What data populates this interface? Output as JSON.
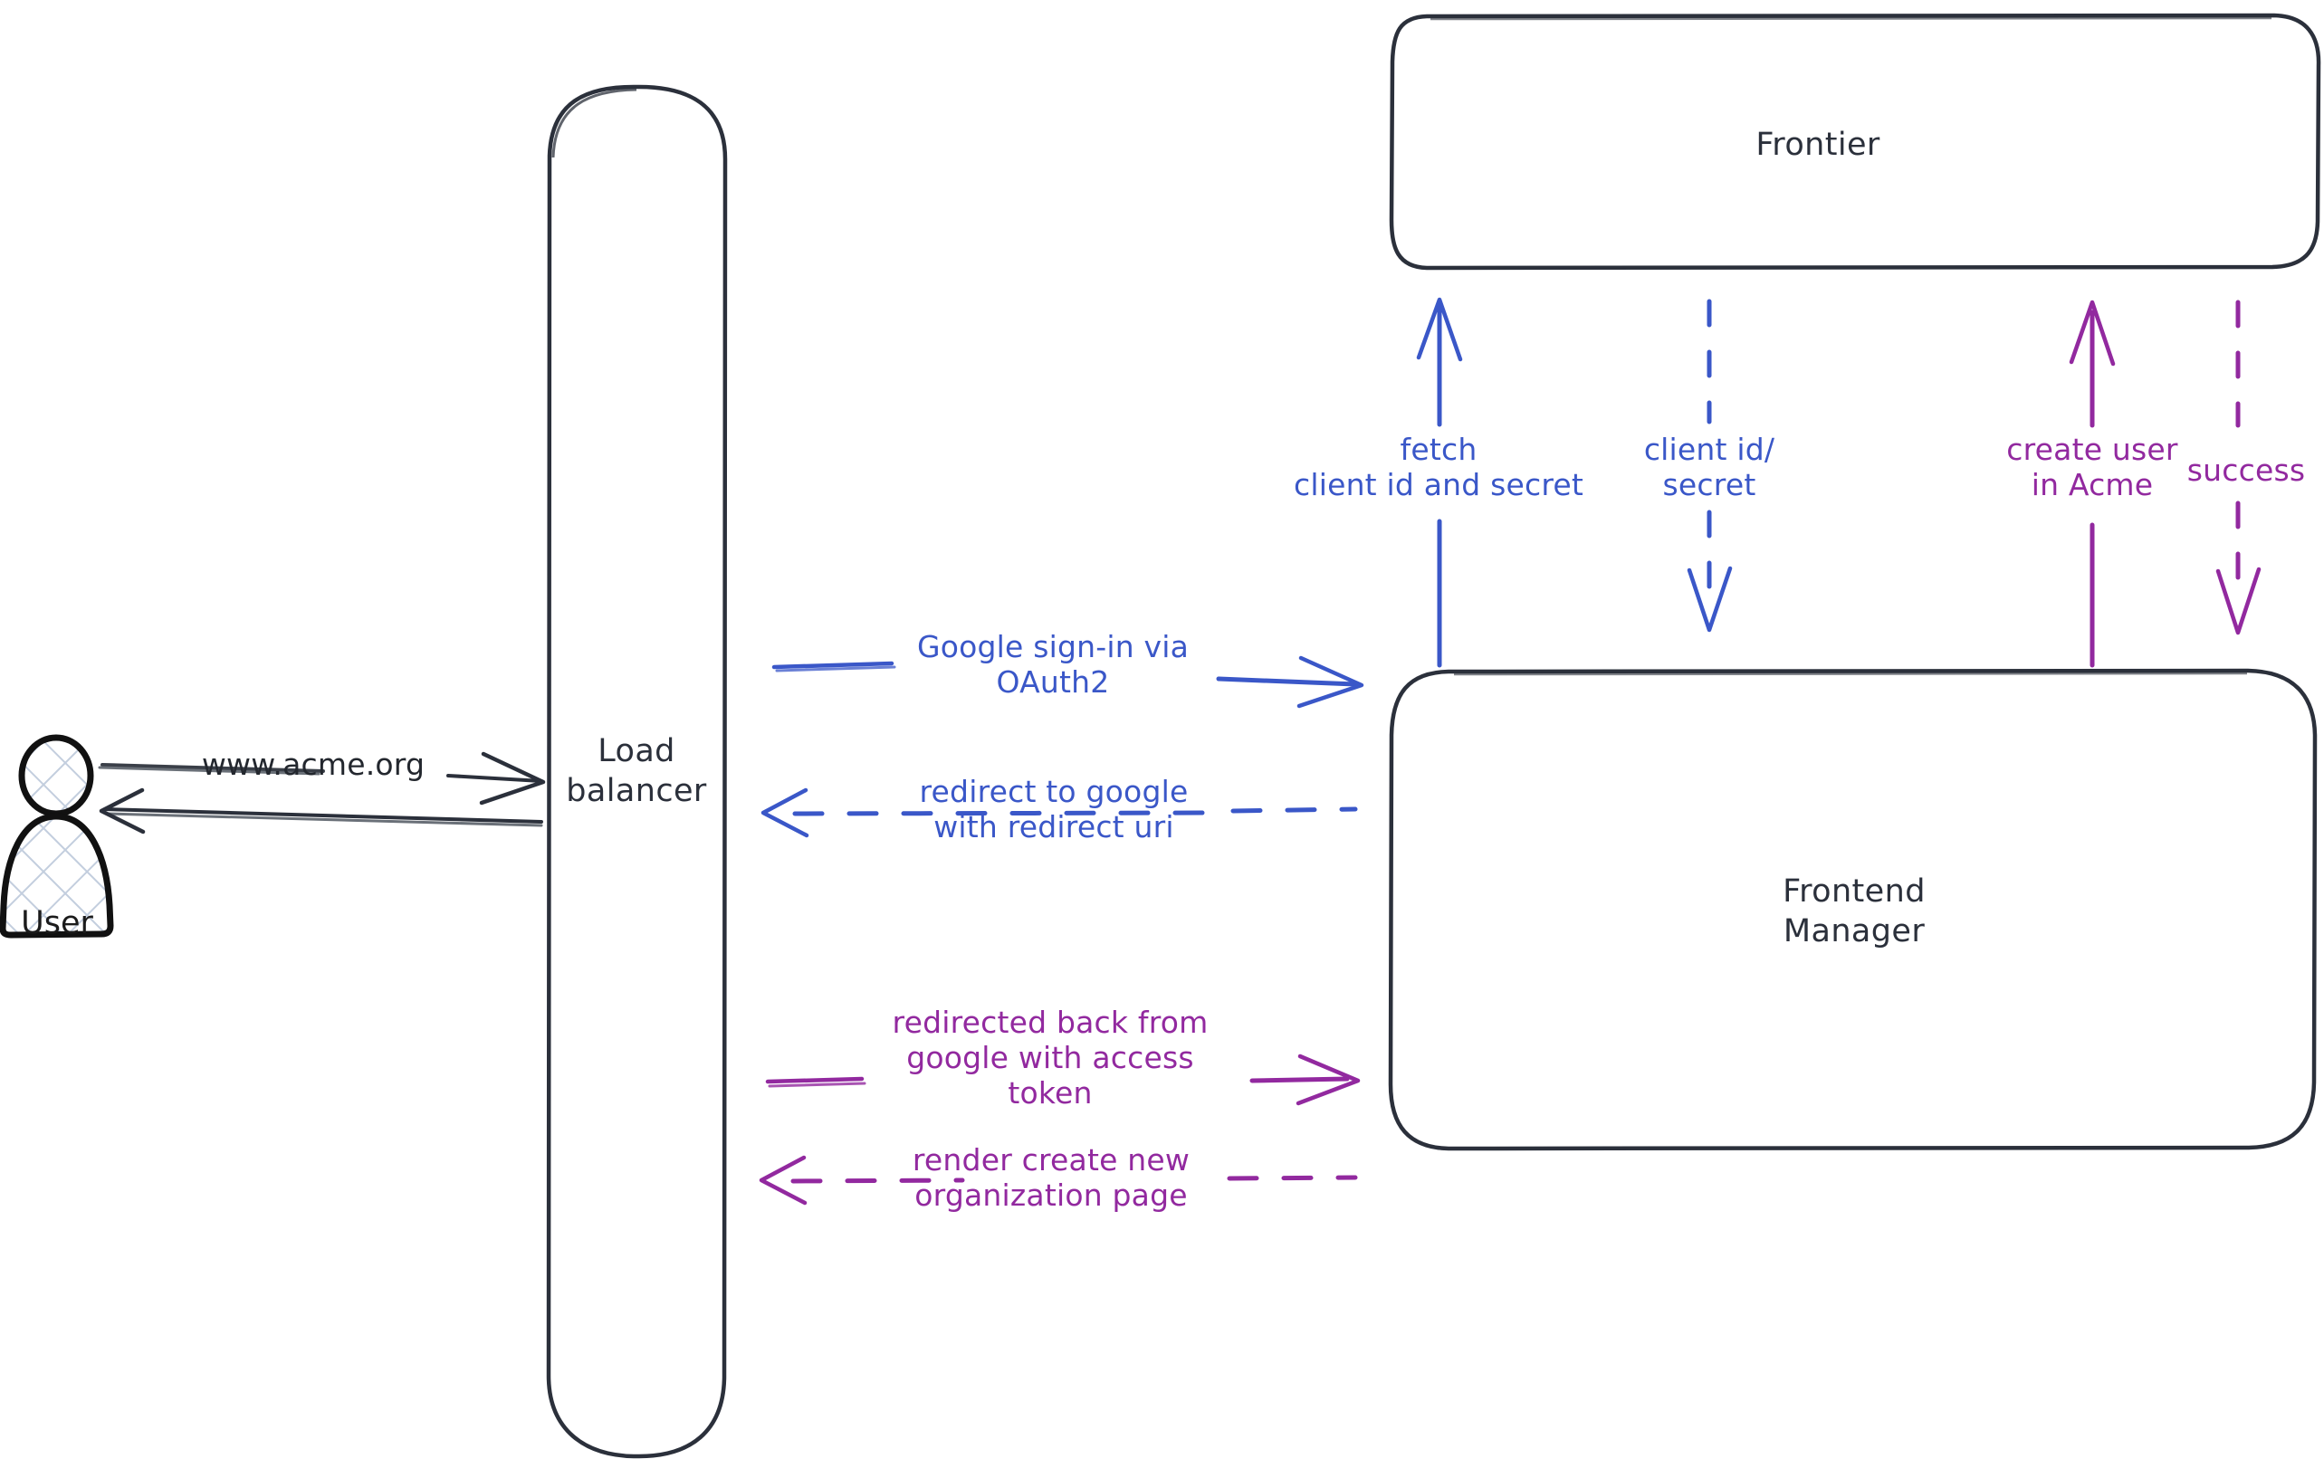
{
  "diagram": {
    "title": "Google OAuth2 sign-in flow",
    "style": "hand-drawn-sketch",
    "background": "#ffffff",
    "colors": {
      "stroke_dark": "#2b303b",
      "blue": "#3a57c8",
      "purple": "#92299f",
      "actor_hatch": "#c3cede"
    }
  },
  "actors": [
    {
      "id": "user",
      "label": "User",
      "icon": "person-icon"
    }
  ],
  "nodes": [
    {
      "id": "load-balancer",
      "label": "Load\nbalancer",
      "shape": "rounded-rect"
    },
    {
      "id": "frontier",
      "label": "Frontier",
      "shape": "rounded-rect"
    },
    {
      "id": "frontend-manager",
      "label": "Frontend\nManager",
      "shape": "rounded-rect"
    }
  ],
  "edges": [
    {
      "id": "user-to-lb",
      "label": "www.acme.org",
      "from": "user",
      "to": "load-balancer",
      "color": "dark",
      "line": "solid",
      "direction": "right"
    },
    {
      "id": "lb-to-user",
      "label": "",
      "from": "load-balancer",
      "to": "user",
      "color": "dark",
      "line": "solid",
      "direction": "left"
    },
    {
      "id": "lb-to-fm-signin",
      "label": "Google sign-in via\nOAuth2",
      "from": "load-balancer",
      "to": "frontend-manager",
      "color": "blue",
      "line": "solid",
      "direction": "right"
    },
    {
      "id": "fm-to-lb-redirect",
      "label": "redirect to google\nwith redirect uri",
      "from": "frontend-manager",
      "to": "load-balancer",
      "color": "blue",
      "line": "dashed",
      "direction": "left"
    },
    {
      "id": "lb-to-fm-token",
      "label": "redirected back from\ngoogle with access\ntoken",
      "from": "load-balancer",
      "to": "frontend-manager",
      "color": "purple",
      "line": "solid",
      "direction": "right"
    },
    {
      "id": "fm-to-lb-render",
      "label": "render create new\norganization page",
      "from": "frontend-manager",
      "to": "load-balancer",
      "color": "purple",
      "line": "dashed",
      "direction": "left"
    },
    {
      "id": "fm-to-frontier-fetch",
      "label": "fetch\nclient id and secret",
      "from": "frontend-manager",
      "to": "frontier",
      "color": "blue",
      "line": "solid",
      "direction": "up"
    },
    {
      "id": "frontier-to-fm-creds",
      "label": "client id/\nsecret",
      "from": "frontier",
      "to": "frontend-manager",
      "color": "blue",
      "line": "dashed",
      "direction": "down"
    },
    {
      "id": "fm-to-frontier-create",
      "label": "create user\nin Acme",
      "from": "frontend-manager",
      "to": "frontier",
      "color": "purple",
      "line": "solid",
      "direction": "up"
    },
    {
      "id": "frontier-to-fm-success",
      "label": "success",
      "from": "frontier",
      "to": "frontend-manager",
      "color": "purple",
      "line": "dashed",
      "direction": "down"
    }
  ]
}
